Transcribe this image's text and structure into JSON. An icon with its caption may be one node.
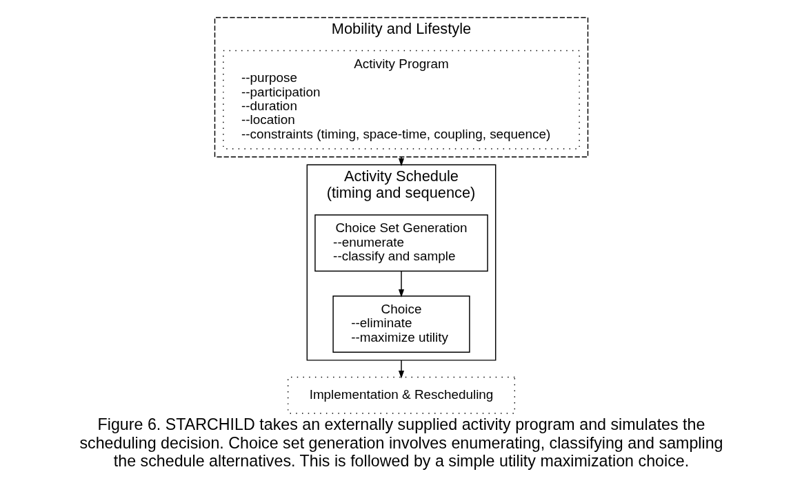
{
  "diagram": {
    "caption": "Figure 6. STARCHILD takes an externally supplied activity program and simulates the scheduling decision. Choice set generation involves enumerating, classifying and sampling the schedule alternatives. This is followed by a simple utility maximization choice.",
    "nodes": [
      {
        "text": [
          "Mobility and Lifestyle"
        ]
      },
      {
        "text": [
          "Activity Program",
          "--purpose",
          "--participation",
          "--duration",
          "--location",
          "--constraints (timing, space-time, coupling, sequence)"
        ],
        "in": 0
      },
      {
        "text": [
          "Activity Schedule",
          "(timing and sequence)"
        ]
      },
      {
        "text": [
          "Choice Set Generation",
          "--enumerate",
          "--classify and sample"
        ],
        "in": 2
      },
      {
        "text": [
          "Choice",
          "--eliminate",
          "--maximize utility"
        ],
        "in": 2
      },
      {
        "text": [
          "Implementation & Rescheduling"
        ]
      }
    ],
    "edges": [
      {
        "from": 0,
        "to": 2,
        "arrow": "to"
      },
      {
        "from": 3,
        "to": 4,
        "arrow": "to"
      },
      {
        "from": 2,
        "to": 5,
        "arrow": "to"
      }
    ]
  }
}
